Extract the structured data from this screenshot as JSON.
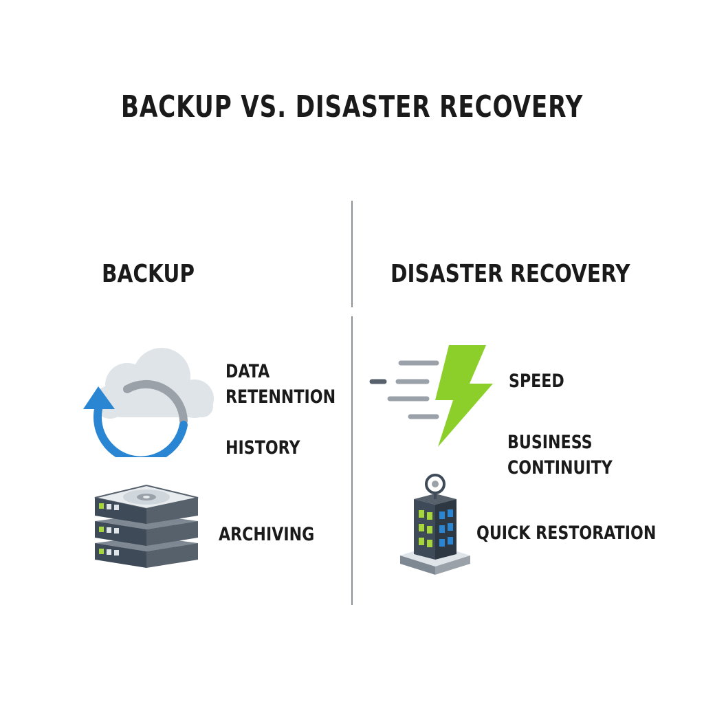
{
  "title": "BACKUP VS. DISASTER RECOVERY",
  "backup": {
    "heading": "BACKUP",
    "features": {
      "data_retention_line1": "DATA",
      "data_retention_line2": "RETENNTION",
      "history": "HISTORY",
      "archiving": "ARCHIVING"
    }
  },
  "disaster_recovery": {
    "heading": "DISASTER RECOVERY",
    "features": {
      "speed": "SPEED",
      "business_continuity_line1": "BUSINESS",
      "business_continuity_line2": "CONTINUITY",
      "quick_restoration": "QUICK RESTORATION"
    }
  },
  "icons": {
    "backup_primary": "cloud-sync-icon",
    "backup_secondary": "server-stack-icon",
    "recovery_primary": "lightning-bolt-icon",
    "recovery_secondary": "building-location-icon"
  },
  "colors": {
    "arrow_blue": "#2a86d3",
    "bolt_green": "#8ccf2a",
    "cloud_gray": "#dfe4e8",
    "server_dark": "#3e4a57",
    "server_green": "#a6d63a",
    "building_blue": "#2a86d3"
  }
}
